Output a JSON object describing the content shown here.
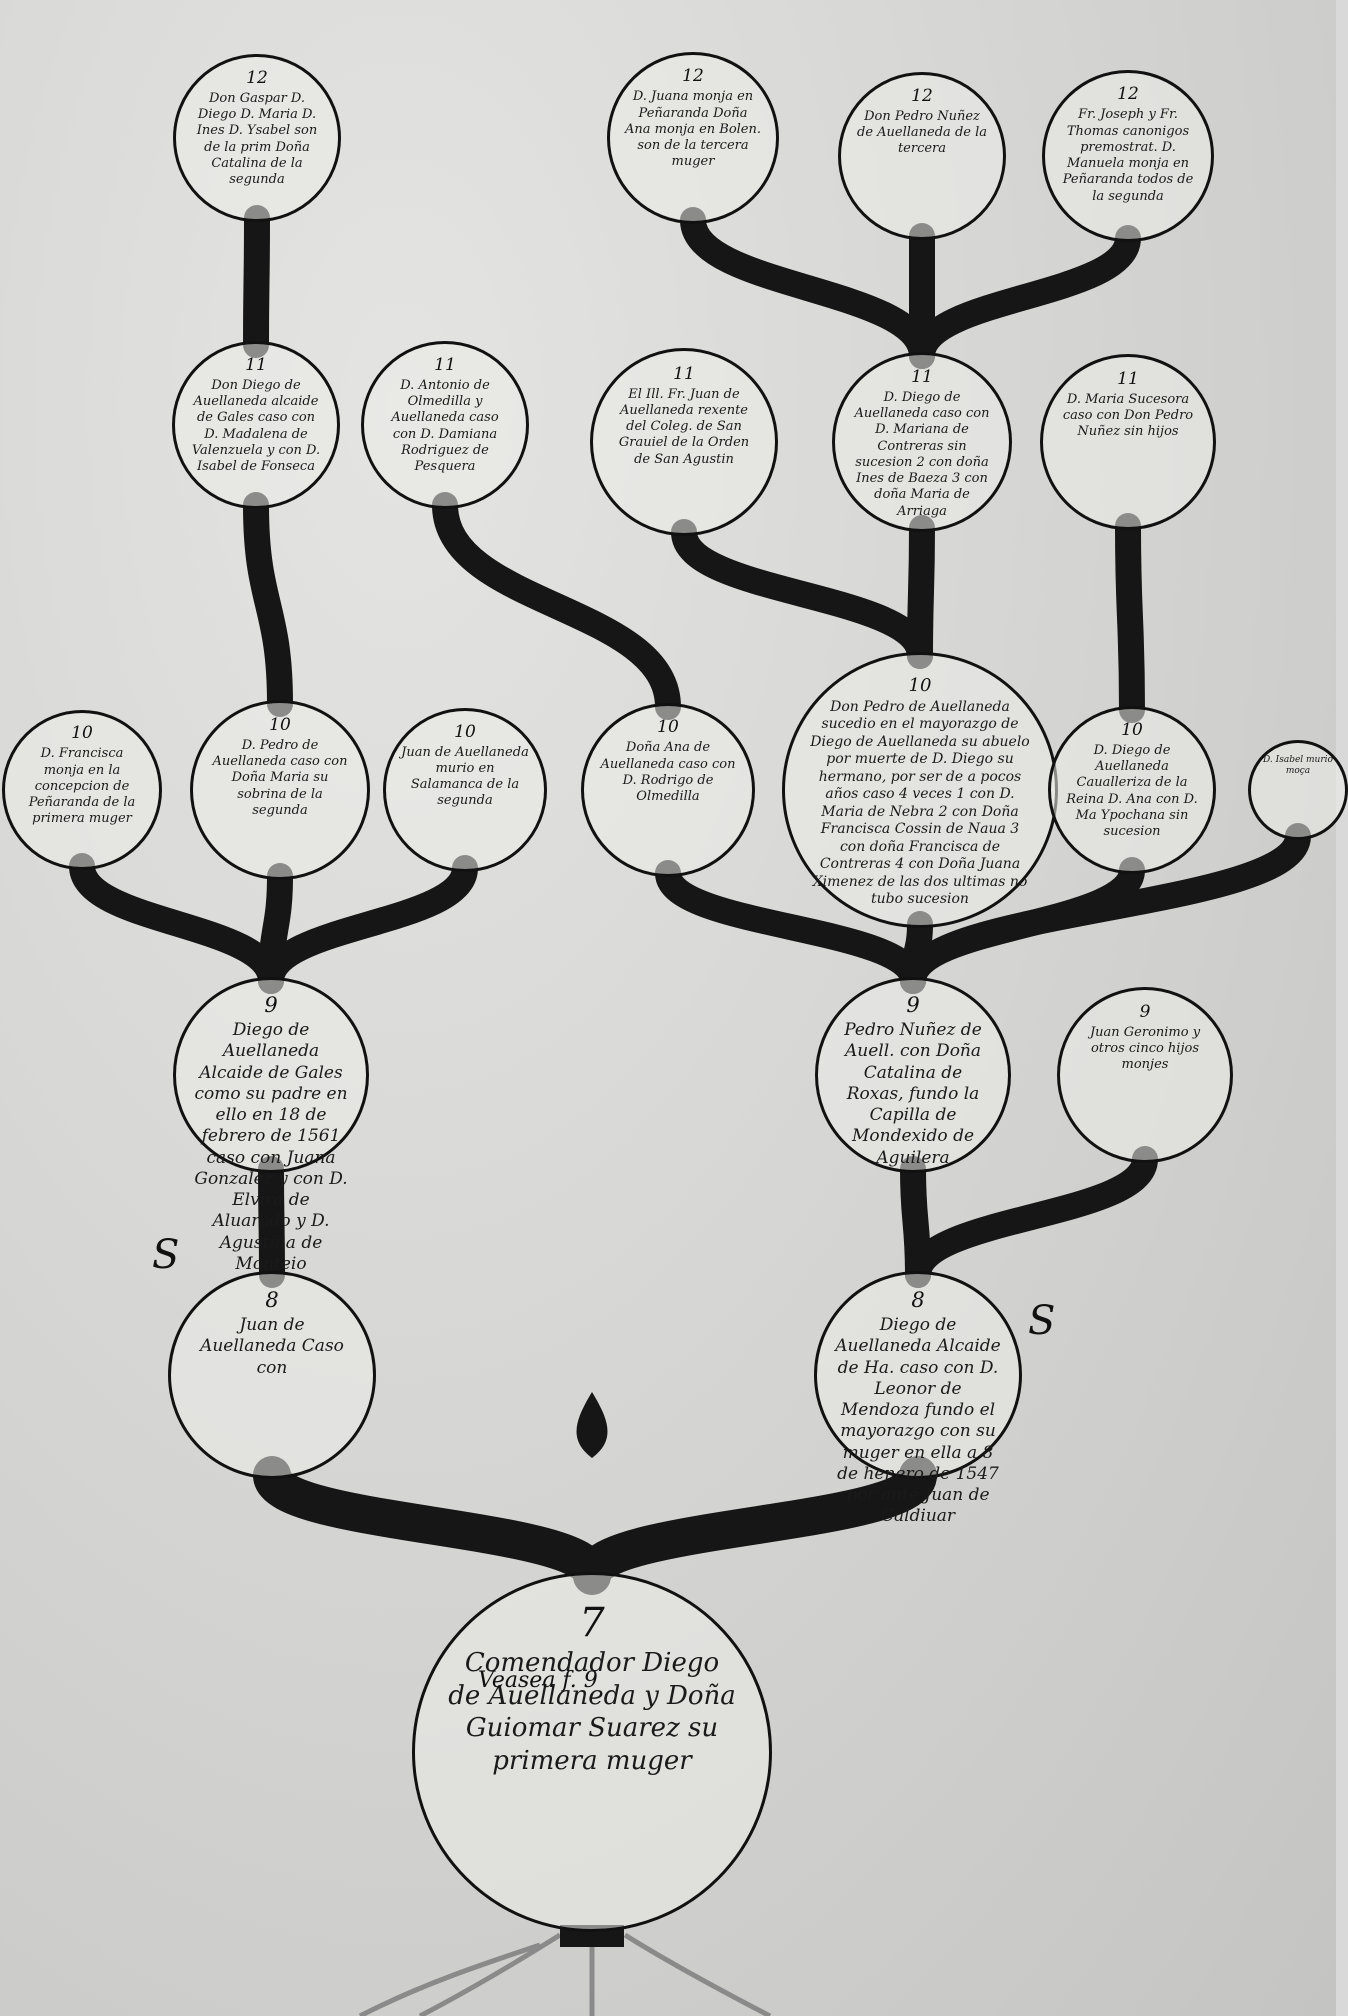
{
  "people": {
    "g12_gaspar": {
      "gen": "12",
      "text": "Don Gaspar D. Diego D. Maria D. Ines D. Ysabel son de la prim Doña Catalina de la segunda"
    },
    "g12_juana": {
      "gen": "12",
      "text": "D. Juana monja en Peñaranda Doña Ana monja en Bolen. son de la tercera muger"
    },
    "g12_pedro": {
      "gen": "12",
      "text": "Don Pedro Nuñez de Auellaneda de la tercera"
    },
    "g12_thomas": {
      "gen": "12",
      "text": "Fr. Joseph y Fr. Thomas canonigos premostrat. D. Manuela monja en Peñaranda todos de la segunda"
    },
    "g11_diego": {
      "gen": "11",
      "text": "Don Diego de Auellaneda alcaide de Gales caso con D. Madalena de Valenzuela y con D. Isabel de Fonseca"
    },
    "g11_antonio": {
      "gen": "11",
      "text": "D. Antonio de Olmedilla y Auellaneda caso con D. Damiana Rodriguez de Pesquera"
    },
    "g11_frey": {
      "gen": "11",
      "text": "El Ill. Fr. Juan de Auellaneda rexente del Coleg. de San Grauiel de la Orden de San Agustin"
    },
    "g11_diego2": {
      "gen": "11",
      "text": "D. Diego de Auellaneda caso con D. Mariana de Contreras sin sucesion 2 con doña Ines de Baeza 3 con doña Maria de Arriaga"
    },
    "g11_maria": {
      "gen": "11",
      "text": "D. Maria Sucesora caso con Don Pedro Nuñez sin hijos"
    },
    "g10_francisca": {
      "gen": "10",
      "text": "D. Francisca monja en la concepcion de Peñaranda de la primera muger"
    },
    "g10_pedro": {
      "gen": "10",
      "text": "D. Pedro de Auellaneda caso con Doña Maria su sobrina de la segunda"
    },
    "g10_juan": {
      "gen": "10",
      "text": "Juan de Auellaneda murio en Salamanca de la segunda"
    },
    "g10_ana": {
      "gen": "10",
      "text": "Doña Ana de Auellaneda caso con D. Rodrigo de Olmedilla"
    },
    "g10_pedro_big": {
      "gen": "10",
      "text": "Don Pedro de Auellaneda sucedio en el mayorazgo de Diego de Auellaneda su abuelo por muerte de D. Diego su hermano, por ser de a pocos años caso 4 veces 1 con D. Maria de Nebra 2 con Doña Francisca Cossin de Naua 3 con doña Francisca de Contreras 4 con Doña Juana Ximenez de las dos ultimas no tubo sucesion"
    },
    "g10_diego": {
      "gen": "10",
      "text": "D. Diego de Auellaneda Caualleriza de la Reina D. Ana con D. Ma Ypochana sin sucesion"
    },
    "g10_isabel": {
      "gen": "",
      "text": "D. Isabel murio moça"
    },
    "g9_diego": {
      "gen": "9",
      "text": "Diego de Auellaneda Alcaide de Gales como su padre en ello en 18 de febrero de 1561 caso con Juana Gonzalez y con D. Elvira de Aluarado y D. Agustina de Monteio"
    },
    "g9_pedro": {
      "gen": "9",
      "text": "Pedro Nuñez de Auell. con Doña Catalina de Roxas, fundo la Capilla de Mondexido de Aguilera"
    },
    "g9_geronimo": {
      "gen": "9",
      "text": "Juan Geronimo y otros cinco hijos monjes"
    },
    "g8_juan": {
      "gen": "8",
      "text": "Juan de Auellaneda Caso con"
    },
    "g8_diego": {
      "gen": "8",
      "text": "Diego de Auellaneda Alcaide de Ha. caso con D. Leonor de Mendoza fundo el mayorazgo con su muger en ella a 8 de henero de 1547 por ante Juan de Caldiuar"
    },
    "g7_root": {
      "gen": "7",
      "text": "Comendador Diego de Auellaneda y Doña Guiomar Suarez su primera muger"
    }
  },
  "root_note": "Veasea f. 9",
  "marks": {
    "s_left": "S",
    "s_right": "S"
  }
}
